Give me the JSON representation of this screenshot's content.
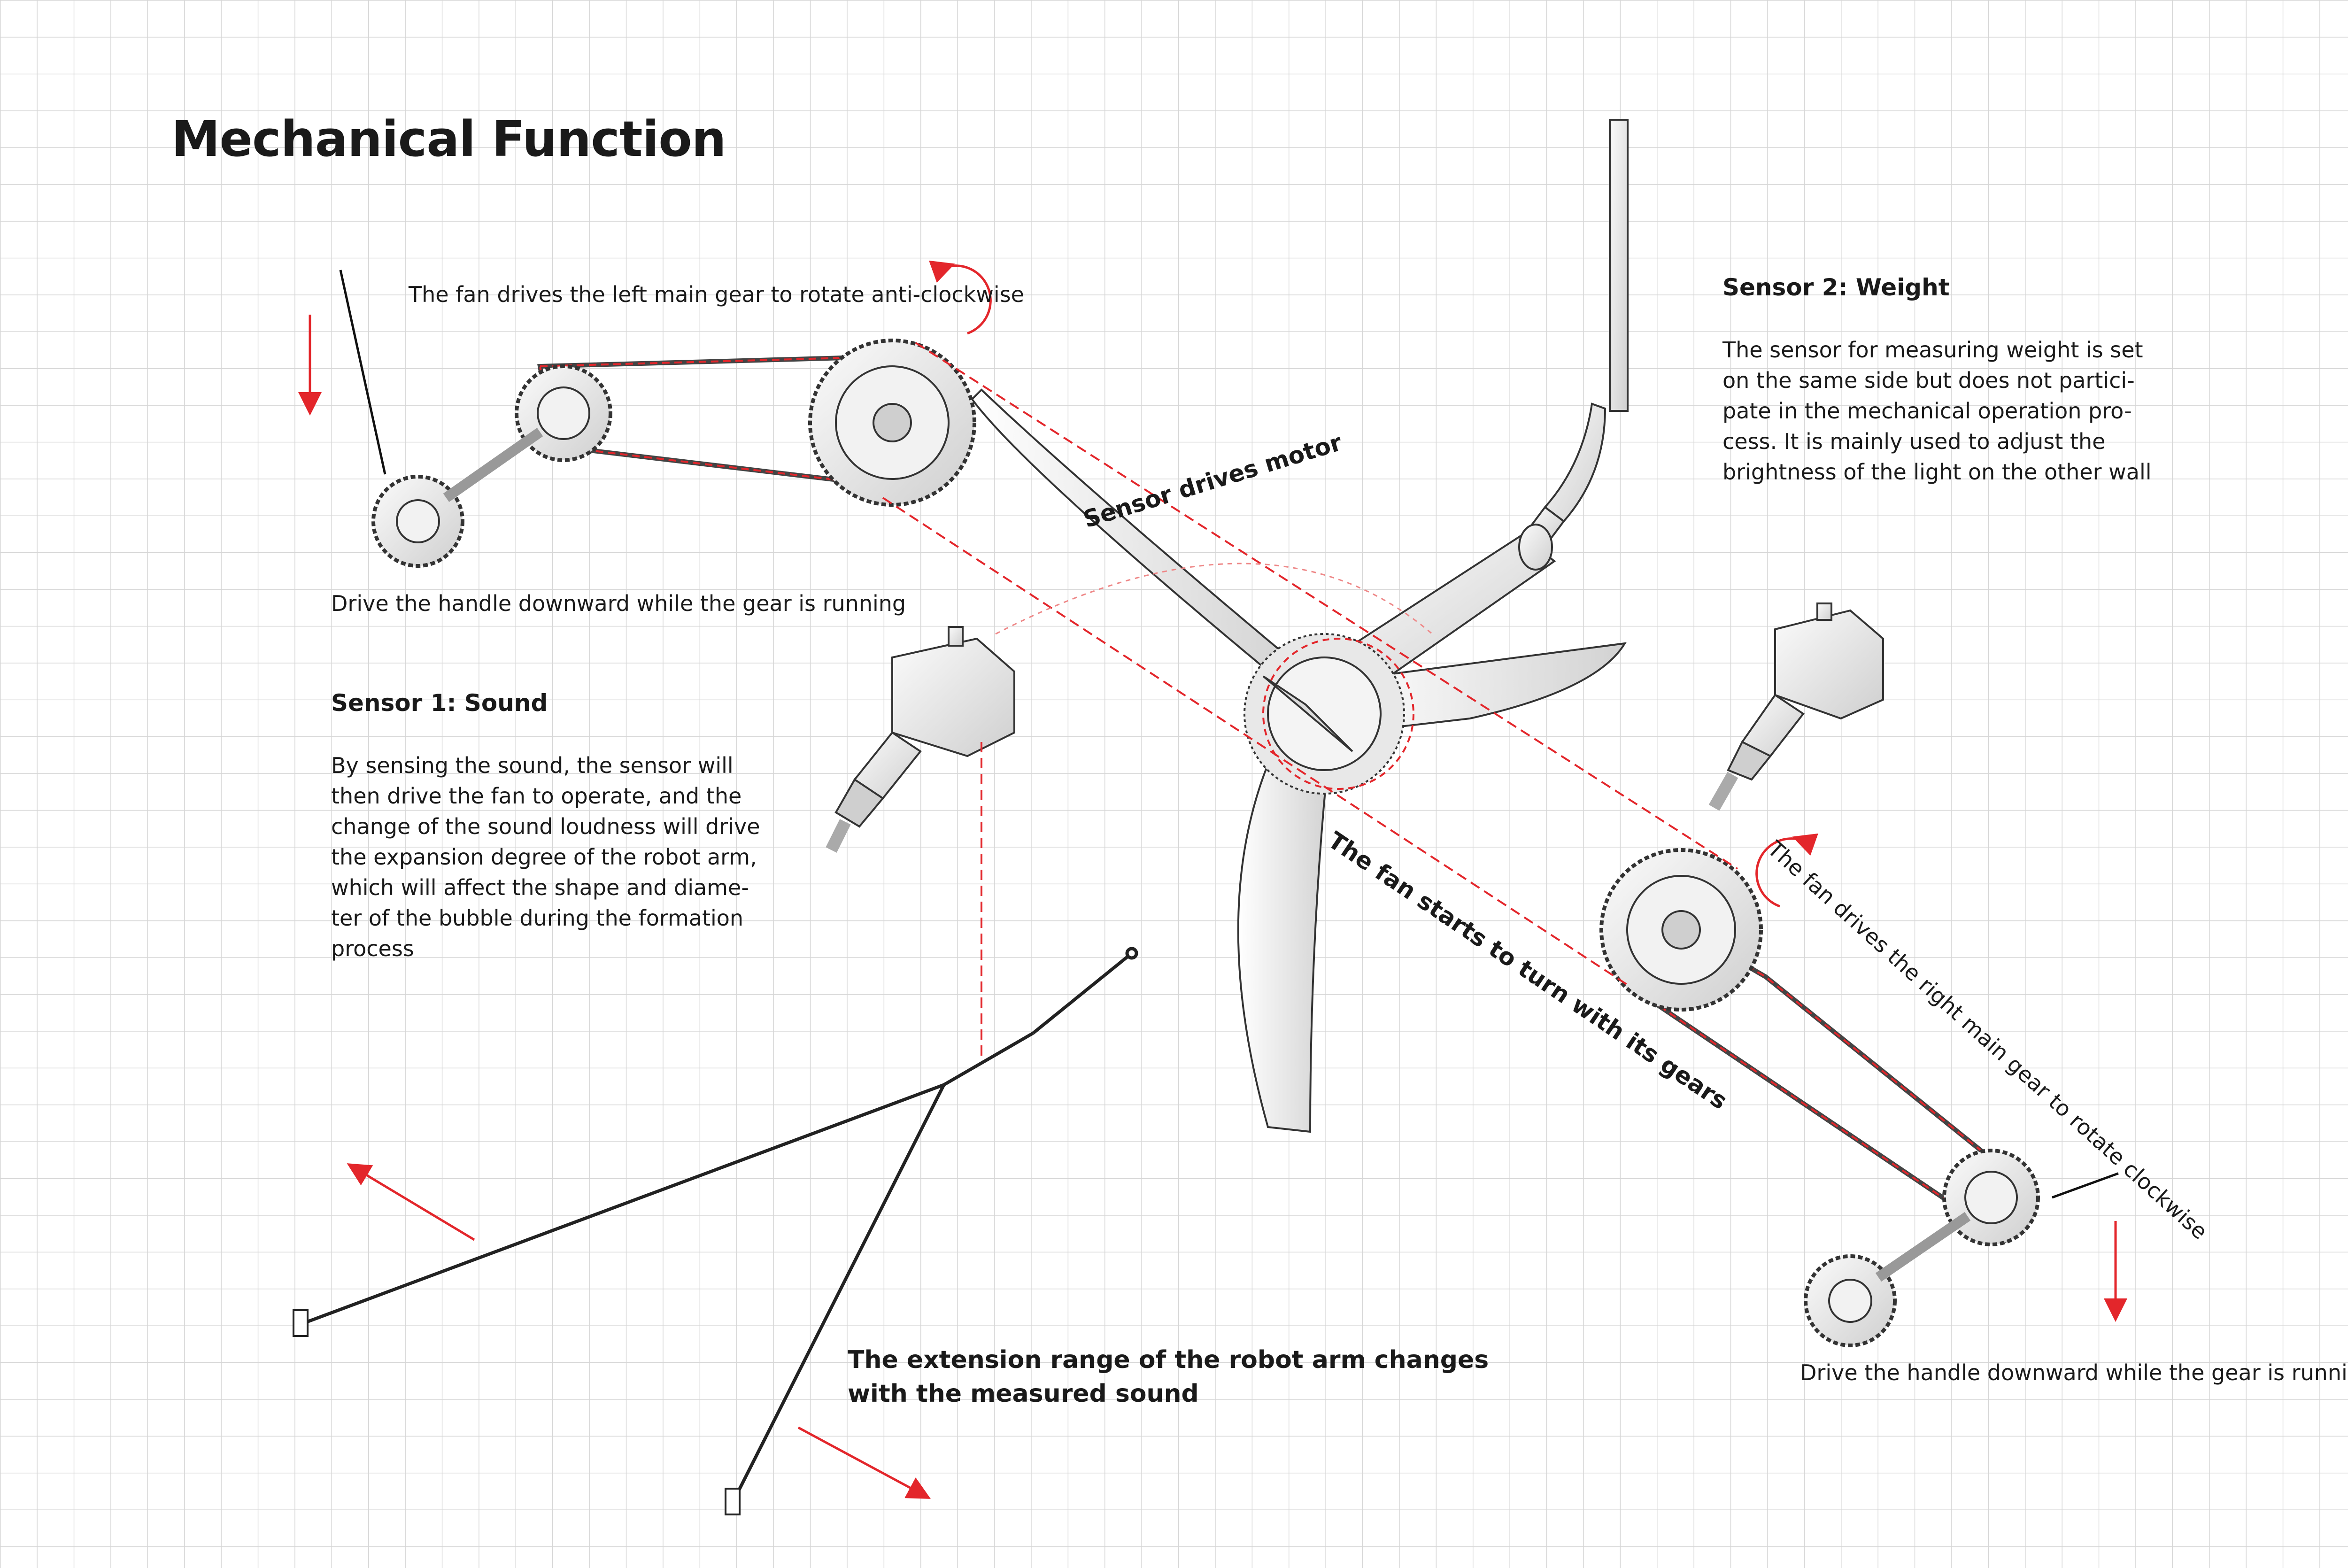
{
  "title": "Mechanical Function",
  "left_gear": {
    "rotation_caption": "The fan drives the left main gear to rotate anti-clockwise",
    "handle_caption": "Drive the handle downward while the gear is running"
  },
  "sensor1": {
    "heading": "Sensor 1: Sound",
    "body": [
      "By sensing the sound, the sensor will",
      "then drive the fan to operate, and the",
      "change of the sound loudness will drive",
      "the expansion degree of the robot arm,",
      "which will affect the shape and diame-",
      "ter of the bubble during the formation",
      "process"
    ]
  },
  "sensor2": {
    "heading": "Sensor 2: Weight",
    "body": [
      "The sensor for measuring weight is set",
      "on the same side but does not partici-",
      "pate in the mechanical operation pro-",
      "cess. It is mainly used to adjust the",
      "brightness of the light on the other wall"
    ]
  },
  "motor_label": "Sensor drives motor",
  "fan_label": "The fan starts to turn with its gears",
  "right_gear": {
    "rotation_caption": "The fan drives the right main gear to rotate clockwise",
    "handle_caption": "Drive the handle downward while the gear is running"
  },
  "arm_caption": [
    "The extension range of the robot arm changes",
    "with the measured sound"
  ],
  "colors": {
    "accent": "#e3262b",
    "grid": "#d4d4d4",
    "ink": "#1a1a1a"
  },
  "icons": [
    "arrow-down-icon",
    "rotate-anticlockwise-icon",
    "rotate-clockwise-icon",
    "arrow-diagonal-icon"
  ]
}
